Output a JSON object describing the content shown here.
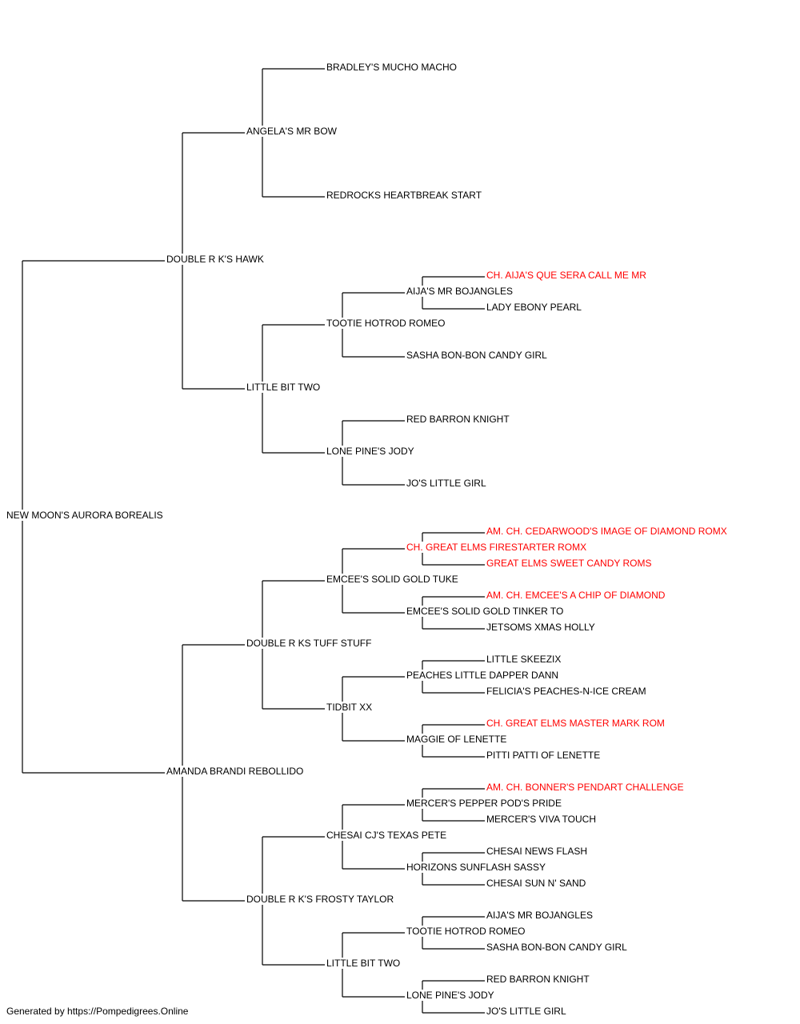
{
  "colors": {
    "line": "#000000",
    "text": "#000000",
    "champion": "#ff0000"
  },
  "pedigree": {
    "name": "NEW MOON'S AURORA BOREALIS",
    "sire": {
      "name": "DOUBLE R K'S HAWK",
      "sire": {
        "name": "ANGELA'S MR BOW",
        "sire": {
          "name": "BRADLEY'S MUCHO MACHO"
        },
        "dam": {
          "name": "REDROCKS HEARTBREAK START"
        }
      },
      "dam": {
        "name": "LITTLE BIT TWO",
        "sire": {
          "name": "TOOTIE HOTROD ROMEO",
          "sire": {
            "name": "AIJA'S MR BOJANGLES",
            "sire": {
              "name": "CH. AIJA'S QUE SERA CALL ME MR",
              "champion": true
            },
            "dam": {
              "name": "LADY EBONY PEARL"
            }
          },
          "dam": {
            "name": "SASHA BON-BON CANDY GIRL"
          }
        },
        "dam": {
          "name": "LONE PINE'S JODY",
          "sire": {
            "name": "RED BARRON KNIGHT"
          },
          "dam": {
            "name": "JO'S LITTLE GIRL"
          }
        }
      }
    },
    "dam": {
      "name": "AMANDA BRANDI REBOLLIDO",
      "sire": {
        "name": "DOUBLE R KS TUFF STUFF",
        "sire": {
          "name": "EMCEE'S SOLID GOLD TUKE",
          "sire": {
            "name": "CH. GREAT ELMS FIRESTARTER ROMX",
            "champion": true,
            "sire": {
              "name": "AM. CH. CEDARWOOD'S IMAGE OF DIAMOND ROMX",
              "champion": true
            },
            "dam": {
              "name": "GREAT ELMS SWEET CANDY ROMS",
              "champion": true
            }
          },
          "dam": {
            "name": "EMCEE'S SOLID GOLD TINKER TO",
            "sire": {
              "name": "AM. CH. EMCEE'S A CHIP OF DIAMOND",
              "champion": true
            },
            "dam": {
              "name": "JETSOMS XMAS HOLLY"
            }
          }
        },
        "dam": {
          "name": "TIDBIT XX",
          "sire": {
            "name": "PEACHES LITTLE DAPPER DANN",
            "sire": {
              "name": "LITTLE SKEEZIX"
            },
            "dam": {
              "name": "FELICIA'S PEACHES-N-ICE CREAM"
            }
          },
          "dam": {
            "name": "MAGGIE OF LENETTE",
            "sire": {
              "name": "CH. GREAT ELMS MASTER MARK ROM",
              "champion": true
            },
            "dam": {
              "name": "PITTI PATTI OF LENETTE"
            }
          }
        }
      },
      "dam": {
        "name": "DOUBLE R K'S FROSTY TAYLOR",
        "sire": {
          "name": "CHESAI CJ'S TEXAS PETE",
          "sire": {
            "name": "MERCER'S PEPPER POD'S PRIDE",
            "sire": {
              "name": "AM. CH. BONNER'S PENDART CHALLENGE",
              "champion": true
            },
            "dam": {
              "name": "MERCER'S VIVA TOUCH"
            }
          },
          "dam": {
            "name": "HORIZONS SUNFLASH SASSY",
            "sire": {
              "name": "CHESAI NEWS FLASH"
            },
            "dam": {
              "name": "CHESAI SUN N' SAND"
            }
          }
        },
        "dam": {
          "name": "LITTLE BIT TWO",
          "sire": {
            "name": "TOOTIE HOTROD ROMEO",
            "sire": {
              "name": "AIJA'S MR BOJANGLES"
            },
            "dam": {
              "name": "SASHA BON-BON CANDY GIRL"
            }
          },
          "dam": {
            "name": "LONE PINE'S JODY",
            "sire": {
              "name": "RED BARRON KNIGHT"
            },
            "dam": {
              "name": "JO'S LITTLE GIRL"
            }
          }
        }
      }
    }
  },
  "footer": "Generated by https://Pompedigrees.Online"
}
